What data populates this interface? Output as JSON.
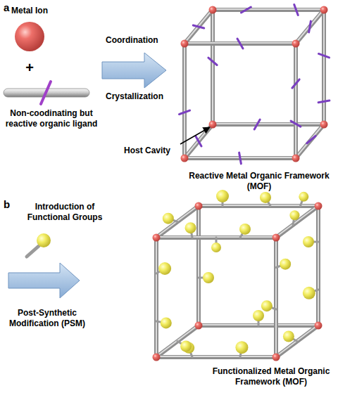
{
  "diagram": {
    "labels": [
      "a",
      "Metal Ion",
      "Coordination",
      "+",
      "Crystallization",
      "Non-coodinating but reactive organic ligand",
      "Host Cavity",
      "Reactive Metal Organic Framework (MOF)",
      "b",
      "Introduction of Functional Groups",
      "Post-Synthetic Modification (PSM)",
      "Functionalized Metal Organic Framework (MOF)"
    ]
  }
}
